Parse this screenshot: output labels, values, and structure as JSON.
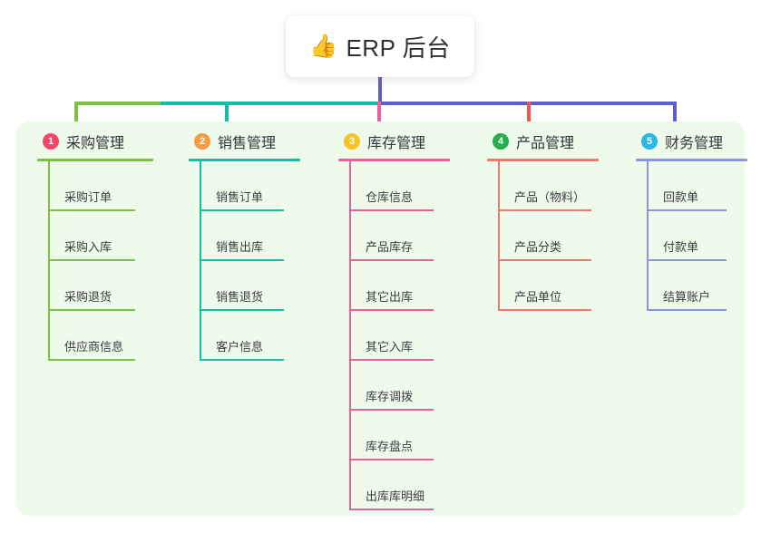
{
  "root": {
    "icon": "thumbs-up-icon",
    "icon_glyph": "👍",
    "title": "ERP 后台"
  },
  "colors": {
    "page_background": "#ffffff",
    "panel_background": "#eefaea",
    "stem": "#5b5fd0",
    "bar_green": "#7ebf45",
    "bar_teal": "#11bfa5",
    "bar_blue": "#5b5fd0"
  },
  "columns": [
    {
      "number": "1",
      "title": "采购管理",
      "badge_color": "#f2466b",
      "line_color": "#7ebf45",
      "items": [
        {
          "label": "采购订单"
        },
        {
          "label": "采购入库"
        },
        {
          "label": "采购退货"
        },
        {
          "label": "供应商信息"
        }
      ]
    },
    {
      "number": "2",
      "title": "销售管理",
      "badge_color": "#f59b42",
      "line_color": "#11bfa5",
      "items": [
        {
          "label": "销售订单"
        },
        {
          "label": "销售出库"
        },
        {
          "label": "销售退货"
        },
        {
          "label": "客户信息"
        }
      ]
    },
    {
      "number": "3",
      "title": "库存管理",
      "badge_color": "#f7c325",
      "line_color": "#ec5f9b",
      "items": [
        {
          "label": "仓库信息"
        },
        {
          "label": "产品库存"
        },
        {
          "label": "其它出库"
        },
        {
          "label": "其它入库"
        },
        {
          "label": "库存调拨"
        },
        {
          "label": "库存盘点"
        },
        {
          "label": "出库库明细"
        }
      ]
    },
    {
      "number": "4",
      "title": "产品管理",
      "badge_color": "#22b14c",
      "line_color": "#f0766e",
      "items": [
        {
          "label": "产品（物料）"
        },
        {
          "label": "产品分类"
        },
        {
          "label": "产品单位"
        }
      ]
    },
    {
      "number": "5",
      "title": "财务管理",
      "badge_color": "#29b6e8",
      "line_color": "#8a95dd",
      "items": [
        {
          "label": "回款单"
        },
        {
          "label": "付款单"
        },
        {
          "label": "结算账户"
        }
      ]
    }
  ]
}
